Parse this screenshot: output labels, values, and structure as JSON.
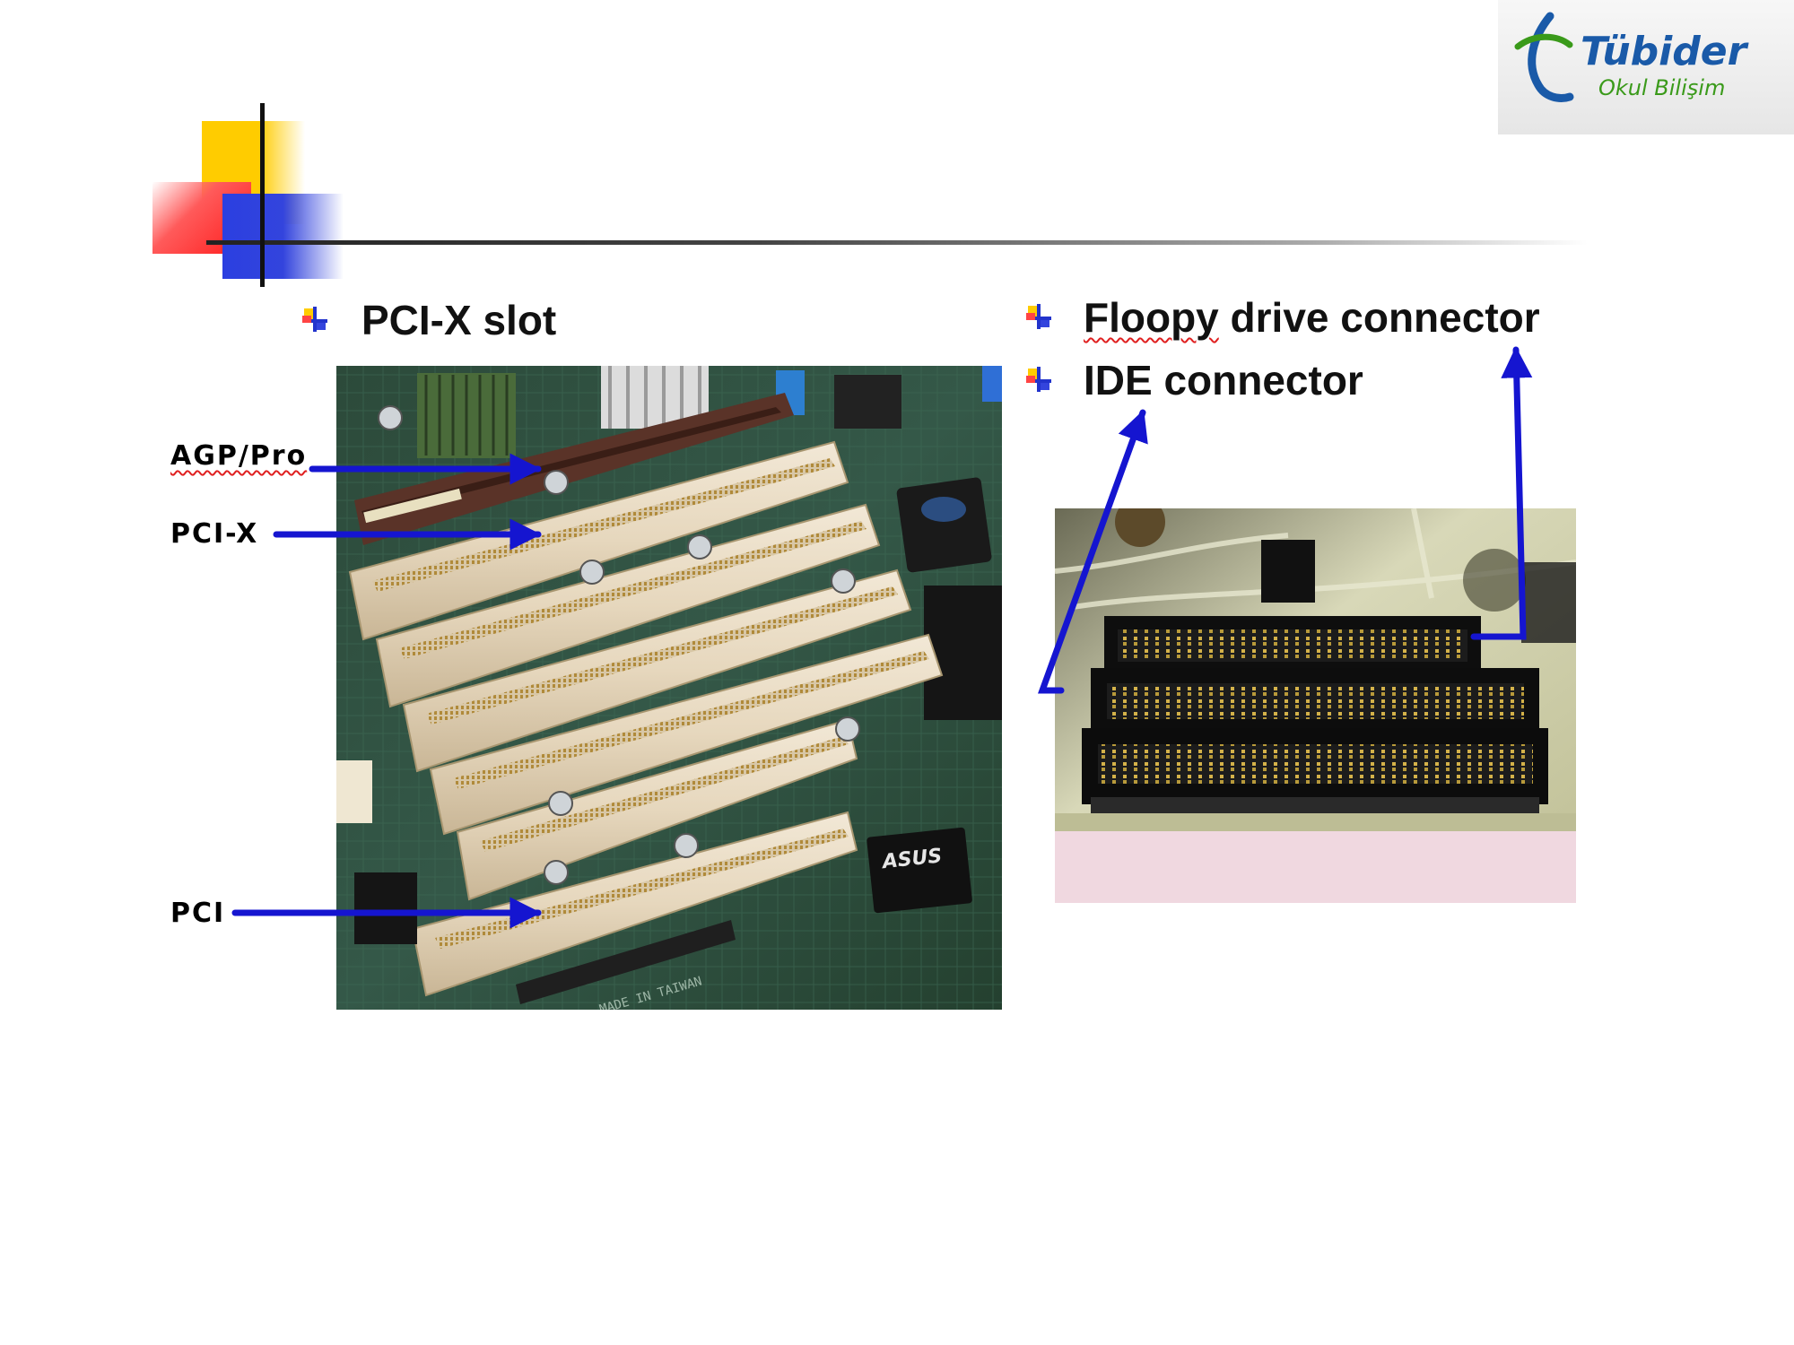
{
  "logo": {
    "name": "Tübider",
    "subtitle": "Okul Bilişim"
  },
  "left_panel": {
    "heading": "PCI-X slot",
    "labels": {
      "agp": "AGP/Pro",
      "pcix": "PCI-X",
      "pci": "PCI"
    },
    "board_brand": "ASUS",
    "board_text": "MADE IN TAIWAN"
  },
  "right_panel": {
    "headings": {
      "floppy": "Floopy drive connector",
      "ide": "IDE connector"
    }
  },
  "colors": {
    "arrow": "#1515d0",
    "accent_yellow": "#ffcc00",
    "accent_red": "#ff1a1a",
    "accent_blue": "#2b3fe0",
    "logo_green": "#3a9a1a",
    "logo_blue": "#1a5aa8"
  },
  "icons": [
    "bullet-icon",
    "arrow-icon",
    "tubider-logo"
  ]
}
